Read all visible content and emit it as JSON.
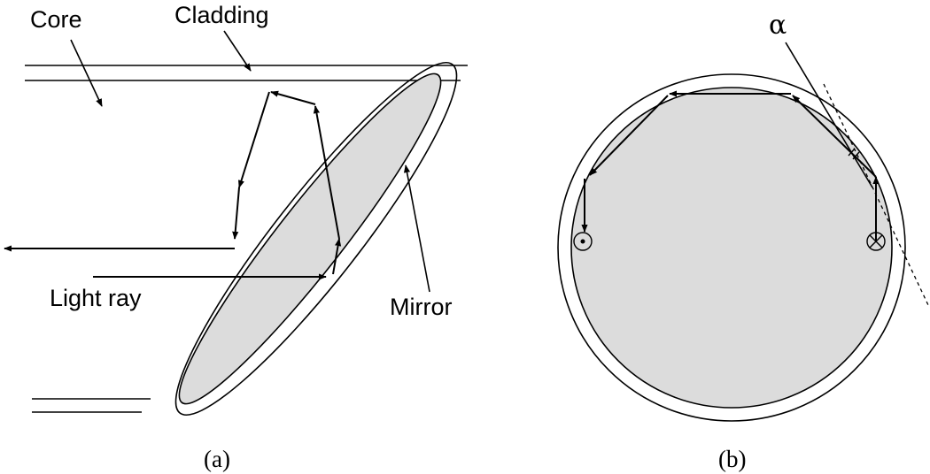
{
  "panel_a": {
    "core_label": "Core",
    "cladding_label": "Cladding",
    "light_ray_label": "Light ray",
    "mirror_label": "Mirror",
    "caption": "(a)"
  },
  "panel_b": {
    "angle_label": "α",
    "caption": "(b)"
  },
  "colors": {
    "mirror_fill": "#dcdcdc",
    "line": "#000000"
  }
}
